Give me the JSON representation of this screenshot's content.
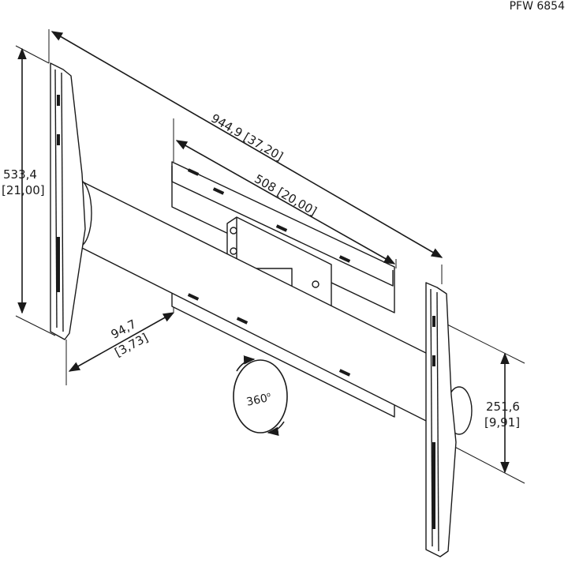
{
  "model_number": "PFW 6854",
  "dimensions": {
    "overall_width": "944,9 [37,20]",
    "mount_width": "508 [20,00]",
    "height_mm": "533,4",
    "height_in": "[21,00]",
    "depth_mm": "94,7",
    "depth_in": "[3,73]",
    "right_height_mm": "251,6",
    "right_height_in": "[9,91]",
    "rotation": "360",
    "rotation_unit": "o"
  },
  "colors": {
    "ink": "#1a1a1a",
    "fill": "#ffffff"
  }
}
